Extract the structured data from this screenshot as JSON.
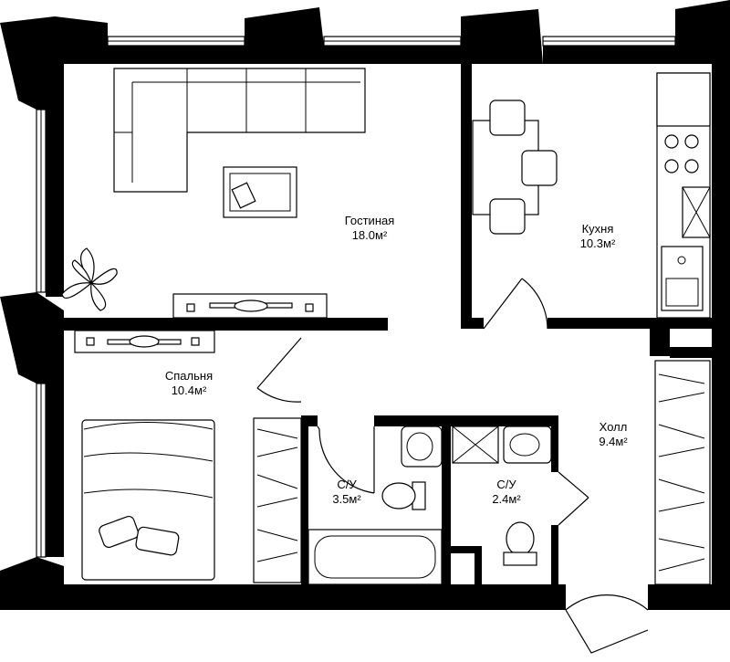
{
  "rooms": [
    {
      "name": "Гостиная",
      "area": "18.0м²"
    },
    {
      "name": "Кухня",
      "area": "10.3м²"
    },
    {
      "name": "Спальня",
      "area": "10.4м²"
    },
    {
      "name": "Холл",
      "area": "9.4м²"
    },
    {
      "name": "С/У",
      "area": "3.5м²"
    },
    {
      "name": "С/У",
      "area": "2.4м²"
    }
  ],
  "colors": {
    "wall": "#000000",
    "background": "#ffffff"
  }
}
